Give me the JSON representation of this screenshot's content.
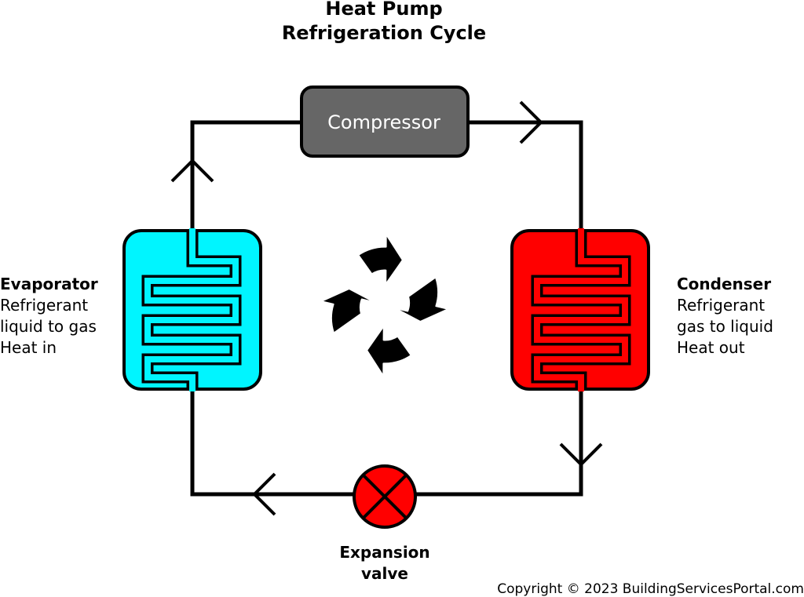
{
  "title": {
    "line1": "Heat Pump",
    "line2": "Refrigeration Cycle"
  },
  "compressor": {
    "label": "Compressor",
    "color": "#666666"
  },
  "evaporator": {
    "name": "Evaporator",
    "lines": [
      "Refrigerant",
      "liquid to gas",
      "Heat in"
    ],
    "color": "#00f5ff"
  },
  "condenser": {
    "name": "Condenser",
    "lines": [
      "Refrigerant",
      "gas to liquid",
      "Heat out"
    ],
    "color": "#ff0000"
  },
  "expansion_valve": {
    "line1": "Expansion",
    "line2": "valve",
    "color": "#ff0000"
  },
  "copyright": "Copyright © 2023 BuildingServicesPortal.com"
}
